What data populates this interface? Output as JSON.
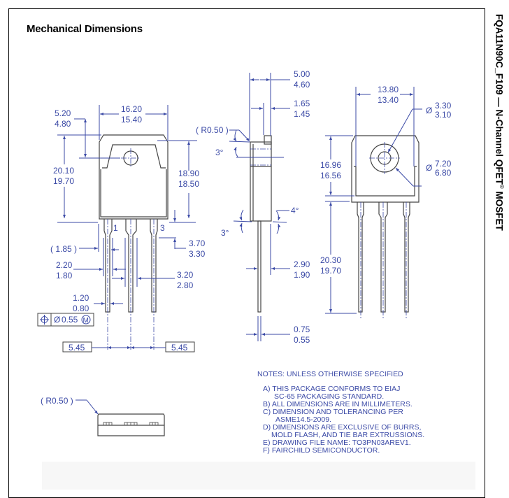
{
  "page": {
    "section_title": "Mechanical Dimensions",
    "side_title": "FQA11N90C_F109 — N-Channel QFET",
    "side_title_reg": "®",
    "side_title_suffix": " MOSFET"
  },
  "front_view": {
    "tab_width": [
      "16.20",
      "15.40"
    ],
    "hole_offset": [
      "5.20",
      "4.80"
    ],
    "total_height": [
      "20.10",
      "19.70"
    ],
    "body_height": [
      "18.90",
      "18.50"
    ],
    "pin_labels": [
      "1",
      "3"
    ],
    "lead_shoulder": [
      "3.70",
      "3.30"
    ],
    "lead_ref": "1.85",
    "lead_shoulder_width": [
      "2.20",
      "1.80"
    ],
    "lead_center_width": [
      "3.20",
      "2.80"
    ],
    "lead_width": [
      "1.20",
      "0.80"
    ],
    "position_tolerance": "0.55",
    "tolerance_modifier": "M",
    "pitch_left": "5.45",
    "pitch_right": "5.45"
  },
  "side_view": {
    "thickness": [
      "5.00",
      "4.60"
    ],
    "tab_thickness": [
      "1.65",
      "1.45"
    ],
    "corner_radius": "R0.50",
    "top_angle": "3°",
    "bottom_angle_left": "3°",
    "bottom_angle_right": "4°",
    "lead_offset": [
      "2.90",
      "1.90"
    ],
    "lead_thickness": [
      "0.75",
      "0.55"
    ]
  },
  "back_view": {
    "pad_width": [
      "13.80",
      "13.40"
    ],
    "hole_diameter": [
      "3.30",
      "3.10"
    ],
    "pad_diameter": [
      "7.20",
      "6.80"
    ],
    "pad_height": [
      "16.96",
      "16.56"
    ],
    "lead_length": [
      "20.30",
      "19.70"
    ],
    "diameter_symbol": "Ø"
  },
  "bottom_view": {
    "corner_radius": "R0.50"
  },
  "notes": {
    "header": "NOTES: UNLESS OTHERWISE SPECIFIED",
    "items": [
      "A)  THIS PACKAGE CONFORMS TO EIAJ",
      "SC-65 PACKAGING STANDARD.",
      "B)  ALL DIMENSIONS ARE IN MILLIMETERS.",
      "C)  DIMENSION AND TOLERANCING PER",
      "ASME14.5-2009.",
      "D) DIMENSIONS ARE EXCLUSIVE OF BURRS,",
      "MOLD FLASH, AND TIE BAR EXTRUSSIONS.",
      "E)  DRAWING FILE NAME: TO3PN03AREV1.",
      "F)   FAIRCHILD SEMICONDUCTOR."
    ]
  },
  "colors": {
    "dimension": "#3b4aa6",
    "outline": "#444444"
  }
}
